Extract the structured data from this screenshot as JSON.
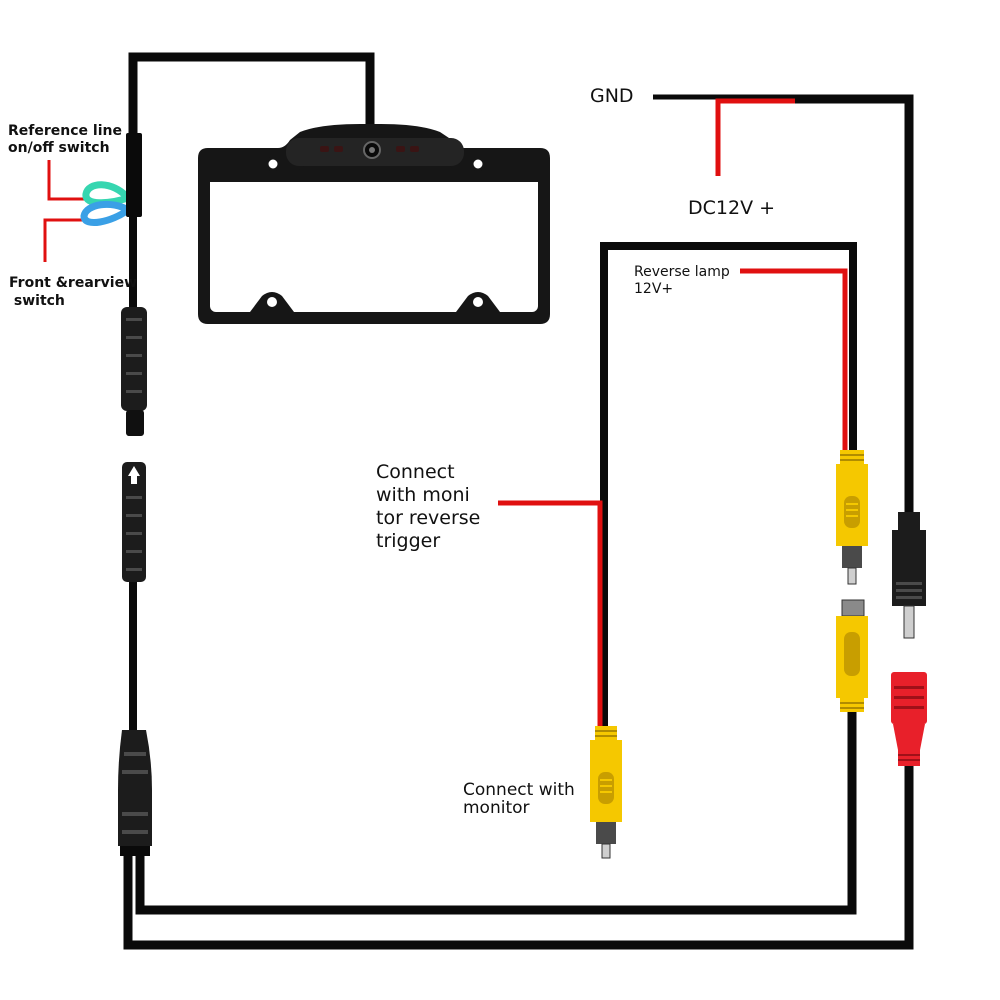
{
  "colors": {
    "cable": "#0a0a0a",
    "wire_red": "#e01010",
    "switch_teal": "#36d6b0",
    "switch_blue": "#3aa0e6",
    "rca_yellow": "#f5c800",
    "connector_red": "#e8202a",
    "plug_dark": "#1c1c1c"
  },
  "labels": {
    "reference_switch": [
      "Reference line",
      "on/off switch"
    ],
    "front_rear_switch": [
      "Front &rearview",
      " switch"
    ],
    "gnd": "GND",
    "dc12v": "DC12V +",
    "reverse_lamp": [
      "Reverse lamp",
      "12V+"
    ],
    "reverse_trigger": [
      "Connect",
      "with moni",
      "tor reverse",
      "trigger"
    ],
    "connect_monitor": [
      "Connect with",
      "monitor"
    ]
  },
  "icons": {
    "camera": "license-plate-frame-camera-icon",
    "aviation_male": "aviation-plug-male-icon",
    "aviation_female": "aviation-plug-female-icon",
    "rca_plug": "rca-plug-yellow-icon",
    "dc_plug": "dc-power-plug-icon",
    "dc_socket": "dc-power-socket-red-icon"
  }
}
